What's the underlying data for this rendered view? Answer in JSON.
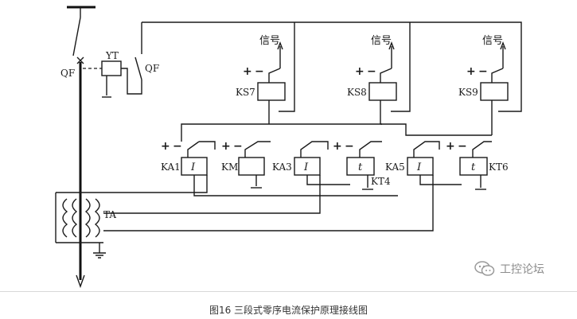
{
  "caption": "图16 三段式零序电流保护原理接线图",
  "watermark": {
    "text": "工控论坛",
    "icon": "wechat-icon"
  },
  "labels": {
    "qf_left": "QF",
    "qf_right": "QF",
    "yt": "YT",
    "ta": "TA",
    "ks7": "KS7",
    "ks8": "KS8",
    "ks9": "KS9",
    "ka1": "KA1",
    "km": "KM",
    "ka3": "KA3",
    "kt4": "KT4",
    "ka5": "KA5",
    "kt6": "KT6",
    "signal_1": "信号",
    "signal_2": "信号",
    "signal_3": "信号",
    "relay_i_1": "I",
    "relay_i_2": "I",
    "relay_i_3": "I",
    "relay_t_1": "t",
    "relay_t_2": "t"
  },
  "supply_marks": {
    "plus": "+",
    "minus": "−"
  }
}
